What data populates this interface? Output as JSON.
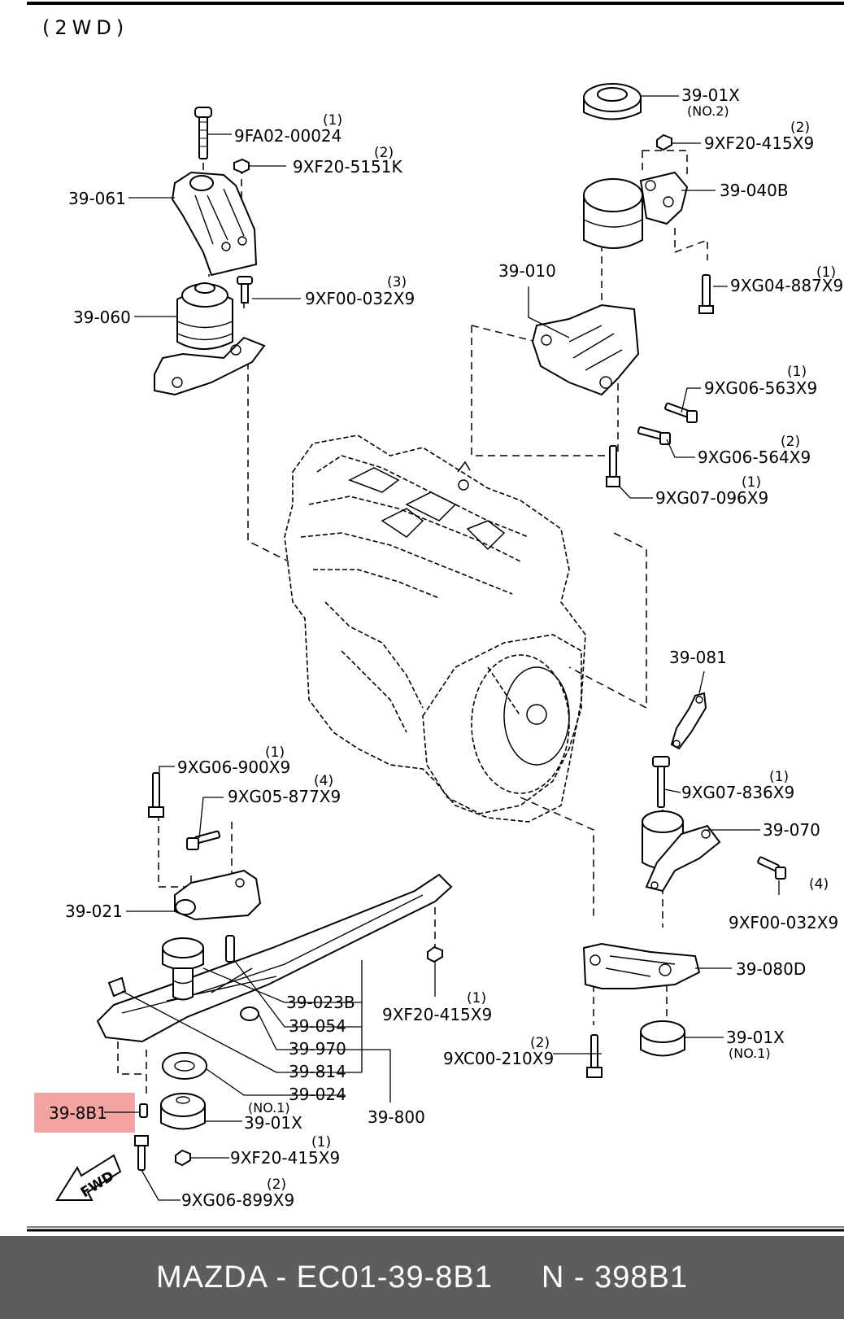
{
  "header": {
    "drive_type": "(2WD)"
  },
  "parts": [
    {
      "id": "p1",
      "code": "9FA02-00024",
      "qty": "(1)",
      "sub": ""
    },
    {
      "id": "p2",
      "code": "9XF20-5151K",
      "qty": "(2)",
      "sub": ""
    },
    {
      "id": "p3",
      "code": "39-061",
      "qty": "",
      "sub": ""
    },
    {
      "id": "p4",
      "code": "9XF00-032X9",
      "qty": "(3)",
      "sub": ""
    },
    {
      "id": "p5",
      "code": "39-060",
      "qty": "",
      "sub": ""
    },
    {
      "id": "p6",
      "code": "39-01X",
      "qty": "",
      "sub": "(NO.2)"
    },
    {
      "id": "p7",
      "code": "9XF20-415X9",
      "qty": "(2)",
      "sub": ""
    },
    {
      "id": "p8",
      "code": "39-040B",
      "qty": "",
      "sub": ""
    },
    {
      "id": "p9",
      "code": "39-010",
      "qty": "",
      "sub": ""
    },
    {
      "id": "p10",
      "code": "9XG04-887X9",
      "qty": "(1)",
      "sub": ""
    },
    {
      "id": "p11",
      "code": "9XG06-563X9",
      "qty": "(1)",
      "sub": ""
    },
    {
      "id": "p12",
      "code": "9XG06-564X9",
      "qty": "(2)",
      "sub": ""
    },
    {
      "id": "p13",
      "code": "9XG07-096X9",
      "qty": "(1)",
      "sub": ""
    },
    {
      "id": "p14",
      "code": "39-081",
      "qty": "",
      "sub": ""
    },
    {
      "id": "p15",
      "code": "9XG07-836X9",
      "qty": "(1)",
      "sub": ""
    },
    {
      "id": "p16",
      "code": "39-070",
      "qty": "",
      "sub": ""
    },
    {
      "id": "p17",
      "code": "9XF00-032X9",
      "qty": "(4)",
      "sub": ""
    },
    {
      "id": "p18",
      "code": "39-080D",
      "qty": "",
      "sub": ""
    },
    {
      "id": "p19",
      "code": "39-01X",
      "qty": "",
      "sub": "(NO.1)"
    },
    {
      "id": "p20",
      "code": "9XG06-900X9",
      "qty": "(1)",
      "sub": ""
    },
    {
      "id": "p21",
      "code": "9XG05-877X9",
      "qty": "(4)",
      "sub": ""
    },
    {
      "id": "p22",
      "code": "39-021",
      "qty": "",
      "sub": ""
    },
    {
      "id": "p23",
      "code": "39-023B",
      "qty": "",
      "sub": ""
    },
    {
      "id": "p24",
      "code": "39-054",
      "qty": "",
      "sub": ""
    },
    {
      "id": "p25",
      "code": "39-970",
      "qty": "",
      "sub": ""
    },
    {
      "id": "p26",
      "code": "39-814",
      "qty": "",
      "sub": ""
    },
    {
      "id": "p27",
      "code": "39-024",
      "qty": "",
      "sub": ""
    },
    {
      "id": "p28",
      "code": "39-800",
      "qty": "",
      "sub": ""
    },
    {
      "id": "p29",
      "code": "9XF20-415X9",
      "qty": "(1)",
      "sub": ""
    },
    {
      "id": "p30",
      "code": "9XC00-210X9",
      "qty": "(2)",
      "sub": ""
    },
    {
      "id": "p31",
      "code": "39-8B1",
      "qty": "",
      "sub": "",
      "highlighted": true
    },
    {
      "id": "p32",
      "code": "39-01X",
      "qty": "",
      "sub": "(NO.1)"
    },
    {
      "id": "p33",
      "code": "9XF20-415X9",
      "qty": "(1)",
      "sub": ""
    },
    {
      "id": "p34",
      "code": "9XG06-899X9",
      "qty": "(2)",
      "sub": ""
    }
  ],
  "fwd_arrow": {
    "label": "FWD"
  },
  "highlight_color": "#f4a3a3",
  "footer": {
    "part_number": "MAZDA - EC01-39-8B1",
    "catalog_ref": "N - 398B1"
  }
}
